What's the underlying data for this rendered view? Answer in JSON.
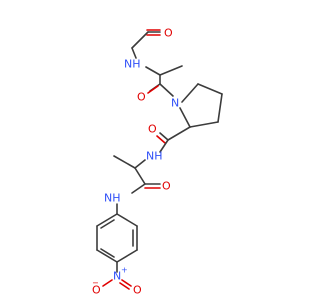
{
  "molecule": {
    "atoms": {
      "acetyl_o": "O",
      "nh_top": "NH",
      "keto_o_top": "O",
      "ring_n": "N",
      "amide_o_mid": "O",
      "nh_mid": "NH",
      "amide_o_low": "O",
      "nh_low": "NH",
      "nitro_n": "N",
      "nitro_n_charge": "+",
      "nitro_o_left": "O",
      "nitro_o_left_charge": "−",
      "nitro_o_right": "O"
    }
  },
  "colors": {
    "bond": "#3c3c3c",
    "oxygen": "#e00000",
    "nitrogen": "#3050f8",
    "background": "#ffffff"
  }
}
